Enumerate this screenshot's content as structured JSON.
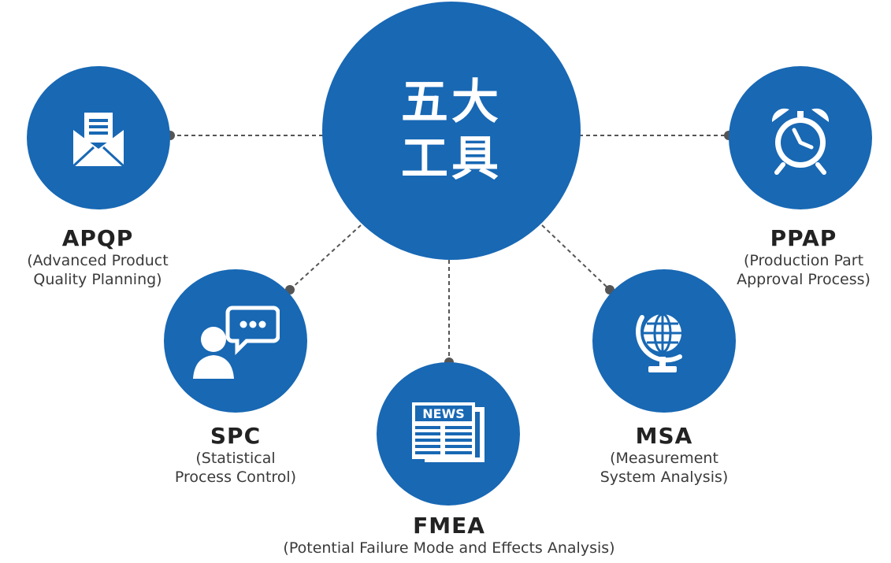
{
  "center": {
    "line1": "五大",
    "line2": "工具"
  },
  "tools": {
    "apqp": {
      "abbr": "APQP",
      "full_line1": "(Advanced Product",
      "full_line2": "Quality Planning)",
      "icon": "envelope-icon"
    },
    "ppap": {
      "abbr": "PPAP",
      "full_line1": "(Production Part",
      "full_line2": "Approval Process)",
      "icon": "alarm-clock-icon"
    },
    "spc": {
      "abbr": "SPC",
      "full_line1": "(Statistical",
      "full_line2": "Process Control)",
      "icon": "person-chat-icon"
    },
    "fmea": {
      "abbr": "FMEA",
      "full_line1": "(Potential Failure Mode and Effects Analysis)",
      "icon": "newspaper-icon",
      "icon_text": "NEWS"
    },
    "msa": {
      "abbr": "MSA",
      "full_line1": "(Measurement",
      "full_line2": "System Analysis)",
      "icon": "globe-icon"
    }
  },
  "colors": {
    "circle": "#1868b4",
    "connector": "#555555",
    "text_dark": "#222222",
    "icon": "#ffffff"
  }
}
